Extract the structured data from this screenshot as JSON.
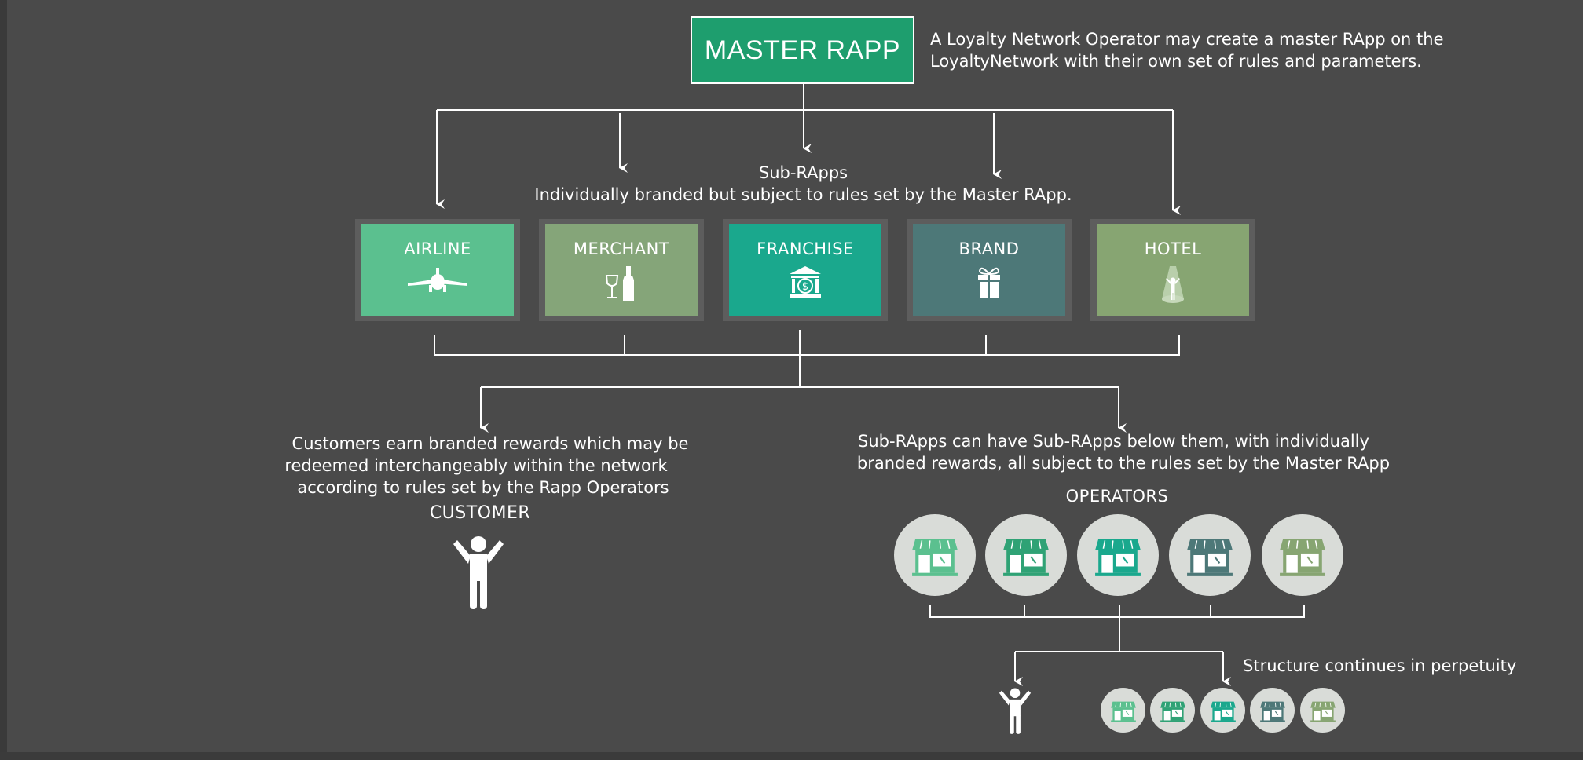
{
  "master": {
    "title": "MASTER RAPP",
    "description": "A Loyalty Network Operator may create a master RApp on the LoyaltyNetwork with their own set of rules and parameters."
  },
  "sub_rapps": {
    "title": "Sub-RApps",
    "subtitle": "Individually branded but subject to rules set by the Master RApp.",
    "items": [
      {
        "label": "AIRLINE",
        "icon": "airplane-icon",
        "color": "#5bc08f"
      },
      {
        "label": "MERCHANT",
        "icon": "wine-bottle-icon",
        "color": "#85a579"
      },
      {
        "label": "FRANCHISE",
        "icon": "bank-icon",
        "color": "#1aa88d"
      },
      {
        "label": "BRAND",
        "icon": "gift-icon",
        "color": "#4d7878"
      },
      {
        "label": "HOTEL",
        "icon": "spotlight-person-icon",
        "color": "#87a572"
      }
    ]
  },
  "customer": {
    "text_line1": "Customers earn branded rewards which may be",
    "text_line2": "redeemed interchangeably within the network",
    "text_line3": "according to rules set by the Rapp Operators",
    "heading": "CUSTOMER"
  },
  "operators": {
    "text_line1": "Sub-RApps can have Sub-RApps below them, with individually",
    "text_line2": "branded rewards, all subject  to the rules set by the Master RApp",
    "heading": "OPERATORS",
    "store_colors": [
      "#5bc08f",
      "#2fa275",
      "#1aa88d",
      "#4d7878",
      "#87a572"
    ]
  },
  "continuation": {
    "text": "Structure continues in perpetuity"
  },
  "colors": {
    "background": "#4a4a4a",
    "master": "#1e9e6e",
    "circle": "#d9dcd8",
    "line": "#ffffff"
  }
}
